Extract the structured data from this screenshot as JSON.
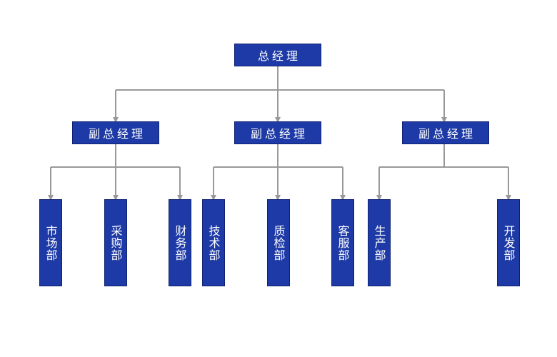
{
  "colors": {
    "box_fill": "#1d3aa6",
    "box_border": "#0f2170",
    "connector": "#999999",
    "text": "#ffffff"
  },
  "org": {
    "root": "总经理",
    "vps": [
      {
        "label": "副总经理",
        "departments": [
          "市场部",
          "采购部",
          "财务部"
        ]
      },
      {
        "label": "副总经理",
        "departments": [
          "技术部",
          "质检部",
          "客服部"
        ]
      },
      {
        "label": "副总经理",
        "departments": [
          "生产部",
          "开发部"
        ]
      }
    ]
  }
}
